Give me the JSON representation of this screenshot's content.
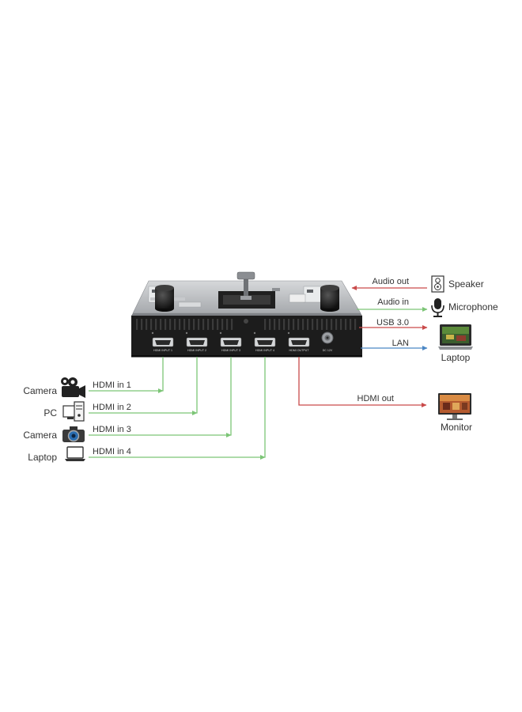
{
  "colors": {
    "input_line": "#7cc576",
    "output_line": "#c94a4a",
    "lan_line": "#4a86c4",
    "device_dark": "#1c1c1c",
    "device_panel": "#b9bcbf"
  },
  "device": {
    "ports": [
      "HDMI INPUT 1",
      "HDMI INPUT 2",
      "HDMI INPUT 3",
      "HDMI INPUT 4",
      "HDMI OUTPUT"
    ],
    "power_label": "DC 12V"
  },
  "inputs": [
    {
      "device": "Camera",
      "icon": "video-camera-icon",
      "connection": "HDMI in 1"
    },
    {
      "device": "PC",
      "icon": "desktop-pc-icon",
      "connection": "HDMI in 2"
    },
    {
      "device": "Camera",
      "icon": "photo-camera-icon",
      "connection": "HDMI in 3"
    },
    {
      "device": "Laptop",
      "icon": "laptop-icon",
      "connection": "HDMI in 4"
    }
  ],
  "outputs": [
    {
      "connection": "Audio out",
      "device": "Speaker",
      "icon": "speaker-icon"
    },
    {
      "connection": "Audio in",
      "device": "Microphone",
      "icon": "microphone-icon"
    },
    {
      "connection": "USB 3.0",
      "device": "Laptop",
      "icon": "laptop-icon"
    },
    {
      "connection": "LAN",
      "device": "",
      "icon": ""
    },
    {
      "connection": "HDMI out",
      "device": "Monitor",
      "icon": "monitor-icon"
    }
  ]
}
